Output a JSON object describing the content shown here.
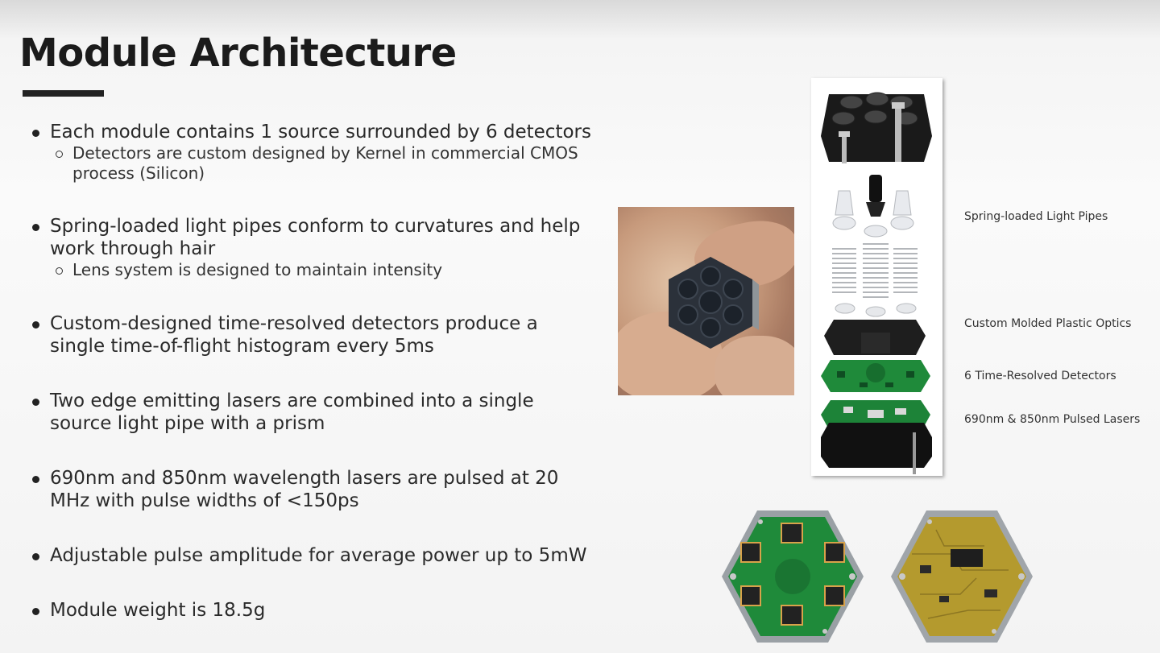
{
  "slide": {
    "title": "Module Architecture"
  },
  "bullets": [
    {
      "text": "Each module contains 1 source surrounded by 6 detectors",
      "sub": [
        "Detectors are custom designed by Kernel in commercial CMOS process (Silicon)"
      ]
    },
    {
      "text": "Spring-loaded light pipes conform to curvatures and help work through hair",
      "sub": [
        "Lens system is designed to maintain intensity"
      ]
    },
    {
      "text": "Custom-designed time-resolved detectors produce a single time-of-flight histogram every 5ms",
      "sub": []
    },
    {
      "text": "Two edge emitting lasers are combined into a single source light pipe with a prism",
      "sub": []
    },
    {
      "text": "690nm and 850nm wavelength lasers are pulsed at 20 MHz with pulse widths of <150ps",
      "sub": []
    },
    {
      "text": "Adjustable pulse amplitude for average power up to 5mW",
      "sub": []
    },
    {
      "text": "Module weight is 18.5g",
      "sub": []
    }
  ],
  "callouts": {
    "light_pipes": "Spring-loaded Light Pipes",
    "optics": "Custom Molded Plastic Optics",
    "detectors": "6 Time-Resolved Detectors",
    "lasers": "690nm & 850nm Pulsed Lasers"
  },
  "colors": {
    "pcb_green": "#1f8a3a",
    "pcb_gold": "#b49a2e",
    "housing": "#1a1a1a"
  }
}
